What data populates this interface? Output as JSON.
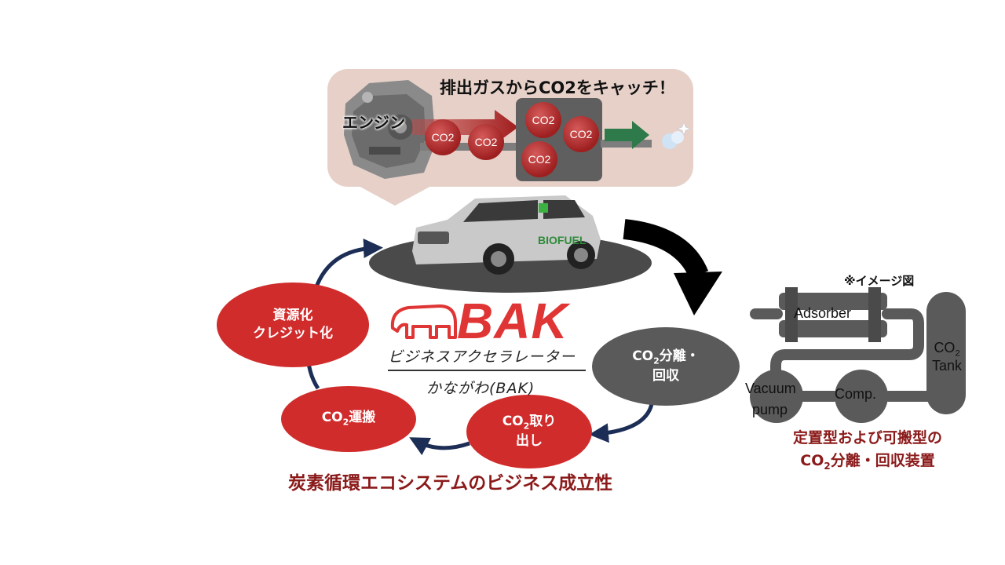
{
  "bubble": {
    "title": "排出ガスからCO2をキャッチ！",
    "engine_label": "エンジン",
    "co2_balls": [
      "CO2",
      "CO2",
      "CO2",
      "CO2",
      "CO2"
    ]
  },
  "car": {
    "logo_text": "BIOFUEL"
  },
  "bak": {
    "logo": "BAK",
    "subtitle_line1": "ビジネスアクセラレーター",
    "subtitle_line2": "かながわ(BAK)"
  },
  "cycle": {
    "separation": {
      "prefix": "CO",
      "sub": "2",
      "suffix": "分離・",
      "line2": "回収"
    },
    "extraction": {
      "prefix": "CO",
      "sub": "2",
      "suffix": "取り",
      "line2": "出し"
    },
    "transport": {
      "prefix": "CO",
      "sub": "2",
      "suffix": "運搬"
    },
    "resource": {
      "line1": "資源化",
      "line2": "クレジット化"
    }
  },
  "caption_main": "炭素循環エコシステムのビジネス成立性",
  "device": {
    "note": "※イメージ図",
    "adsorber": "Adsorber",
    "tank_line1": "CO",
    "tank_sub": "2",
    "tank_line2": "Tank",
    "vacuum_line1": "Vacuum",
    "vacuum_line2": "pump",
    "comp": "Comp.",
    "caption_line1": "定置型および可搬型の",
    "caption_prefix": "CO",
    "caption_sub": "2",
    "caption_suffix": "分離・回収装置"
  },
  "colors": {
    "red": "#d12c2c",
    "dark_red_text": "#8b1a1a",
    "gray": "#5a5a5a",
    "navy_arrow": "#1c2e55",
    "bubble": "#e6d0c8"
  }
}
